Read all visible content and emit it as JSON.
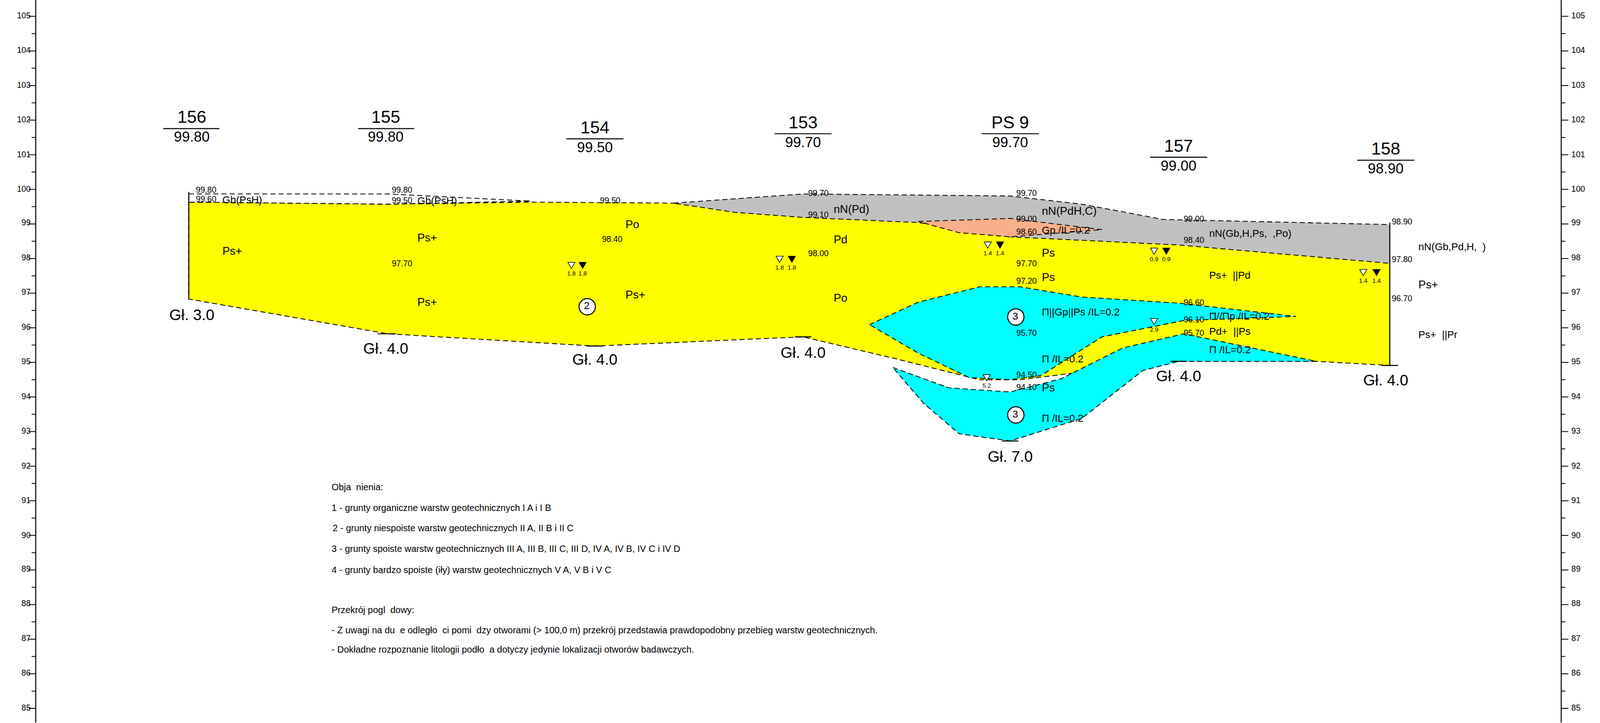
{
  "diagram": {
    "nodes": [
      {
        "text": [
          "2"
        ]
      },
      {
        "text": [
          "3"
        ]
      },
      {
        "text": [
          "3"
        ]
      }
    ],
    "labels": [
      "105",
      "104",
      "103",
      "102",
      "101",
      "100",
      "99",
      "98",
      "97",
      "96",
      "95",
      "94",
      "93",
      "92",
      "91",
      "90",
      "89",
      "88",
      "87",
      "86",
      "85",
      "105",
      "104",
      "103",
      "102",
      "101",
      "100",
      "99",
      "98",
      "97",
      "96",
      "95",
      "94",
      "93",
      "92",
      "91",
      "90",
      "89",
      "88",
      "87",
      "86",
      "85",
      "156",
      "99.80",
      "155",
      "99.80",
      "154",
      "99.50",
      "153",
      "99.70",
      "PS 9",
      "99.70",
      "157",
      "99.00",
      "158",
      "98.90",
      "99.80",
      "99.60",
      "Gb(PsH)",
      "Ps+",
      "Gł. 3.0",
      "99.80",
      "99.50",
      "Gb(PsH)",
      "Ps+",
      "97.70",
      "Ps+",
      "Gł. 4.0",
      "99.50",
      "Po",
      "98.40",
      "1.8",
      "1.8",
      "Ps+",
      "Gł. 4.0",
      "99.70",
      "nN(Pd)",
      "99.10",
      "Pd",
      "98.00",
      "1.8",
      "1.8",
      "Po",
      "Gł. 4.0",
      "99.70",
      "nN(PdH,C)",
      "99.00",
      "Gp /IL=0.2",
      "98.60",
      "1.4",
      "1.4",
      "Ps",
      "97.70",
      "Ps",
      "97.20",
      "Π||Gp||Ps /IL=0.2",
      "95.70",
      "Π /IL=0.2",
      "94.50",
      "5.2",
      "94.10",
      "Ps",
      "Π /IL=0.2",
      "Gł. 7.0",
      "99.00",
      "nN(Gb,H,Ps,  ,Po)",
      "98.40",
      "0.9",
      "0.9",
      "Ps+  ||Pd",
      "96.60",
      "Π//Πp /IL=0.2",
      "96.10",
      "2.9",
      "95.70",
      "Pd+  ||Ps",
      "Π /IL=0.2",
      "Gł. 4.0",
      "98.90",
      "nN(Gb,Pd,H,  )",
      "97.80",
      "1.4",
      "1.4",
      "Ps+",
      "96.70",
      "Ps+  ||Pr",
      "Gł. 4.0",
      "Obja  nienia:",
      "1 - grunty organiczne warstw geotechnicznych I A i I B",
      "2 - grunty niespoiste warstw geotechnicznych II A, II B i II C",
      "3 - grunty spoiste warstw geotechnicznych III A, III B, III C, III D, IV A, IV B, IV C i IV D",
      "4 - grunty bardzo spoiste (iły) warstw geotechnicznych V A, V B i V C",
      "Przekrój pogl  dowy:",
      "- Z uwagi na du  e odległo  ci pomi  dzy otworami (> 100,0 m) przekrój przedstawia prawdopodobny przebieg warstw geotechnicznych.",
      "- Dokładne rozpoznanie litologii podło  a dotyczy jedynie lokalizacji otworów badawczych."
    ]
  }
}
